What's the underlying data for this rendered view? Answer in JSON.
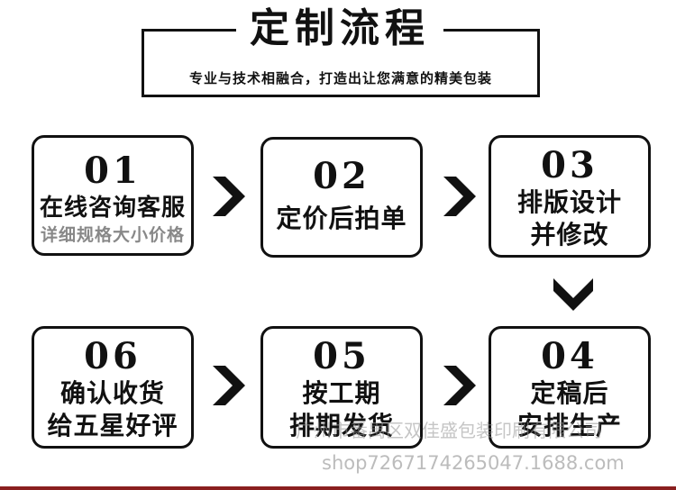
{
  "header": {
    "title": "定制流程",
    "subtitle": "专业与技术相融合，打造出让您满意的精美包装"
  },
  "steps": [
    {
      "num": "01",
      "line1": "在线咨询客服",
      "note": "详细规格大小价格"
    },
    {
      "num": "02",
      "line1": "定价后拍单"
    },
    {
      "num": "03",
      "line1": "排版设计",
      "line2": "并修改"
    },
    {
      "num": "04",
      "line1": "定稿后",
      "line2": "安排生产"
    },
    {
      "num": "05",
      "line1": "按工期",
      "line2": "排期发货"
    },
    {
      "num": "06",
      "line1": "确认收货",
      "line2": "给五星好评"
    }
  ],
  "watermark": {
    "text": "广州市番禺区双佳盛包装印刷有限公司",
    "url": "shop7267174265047.1688.com"
  },
  "colors": {
    "border": "#111111",
    "note": "#888888",
    "bottom_line": "#8a1f1f"
  }
}
